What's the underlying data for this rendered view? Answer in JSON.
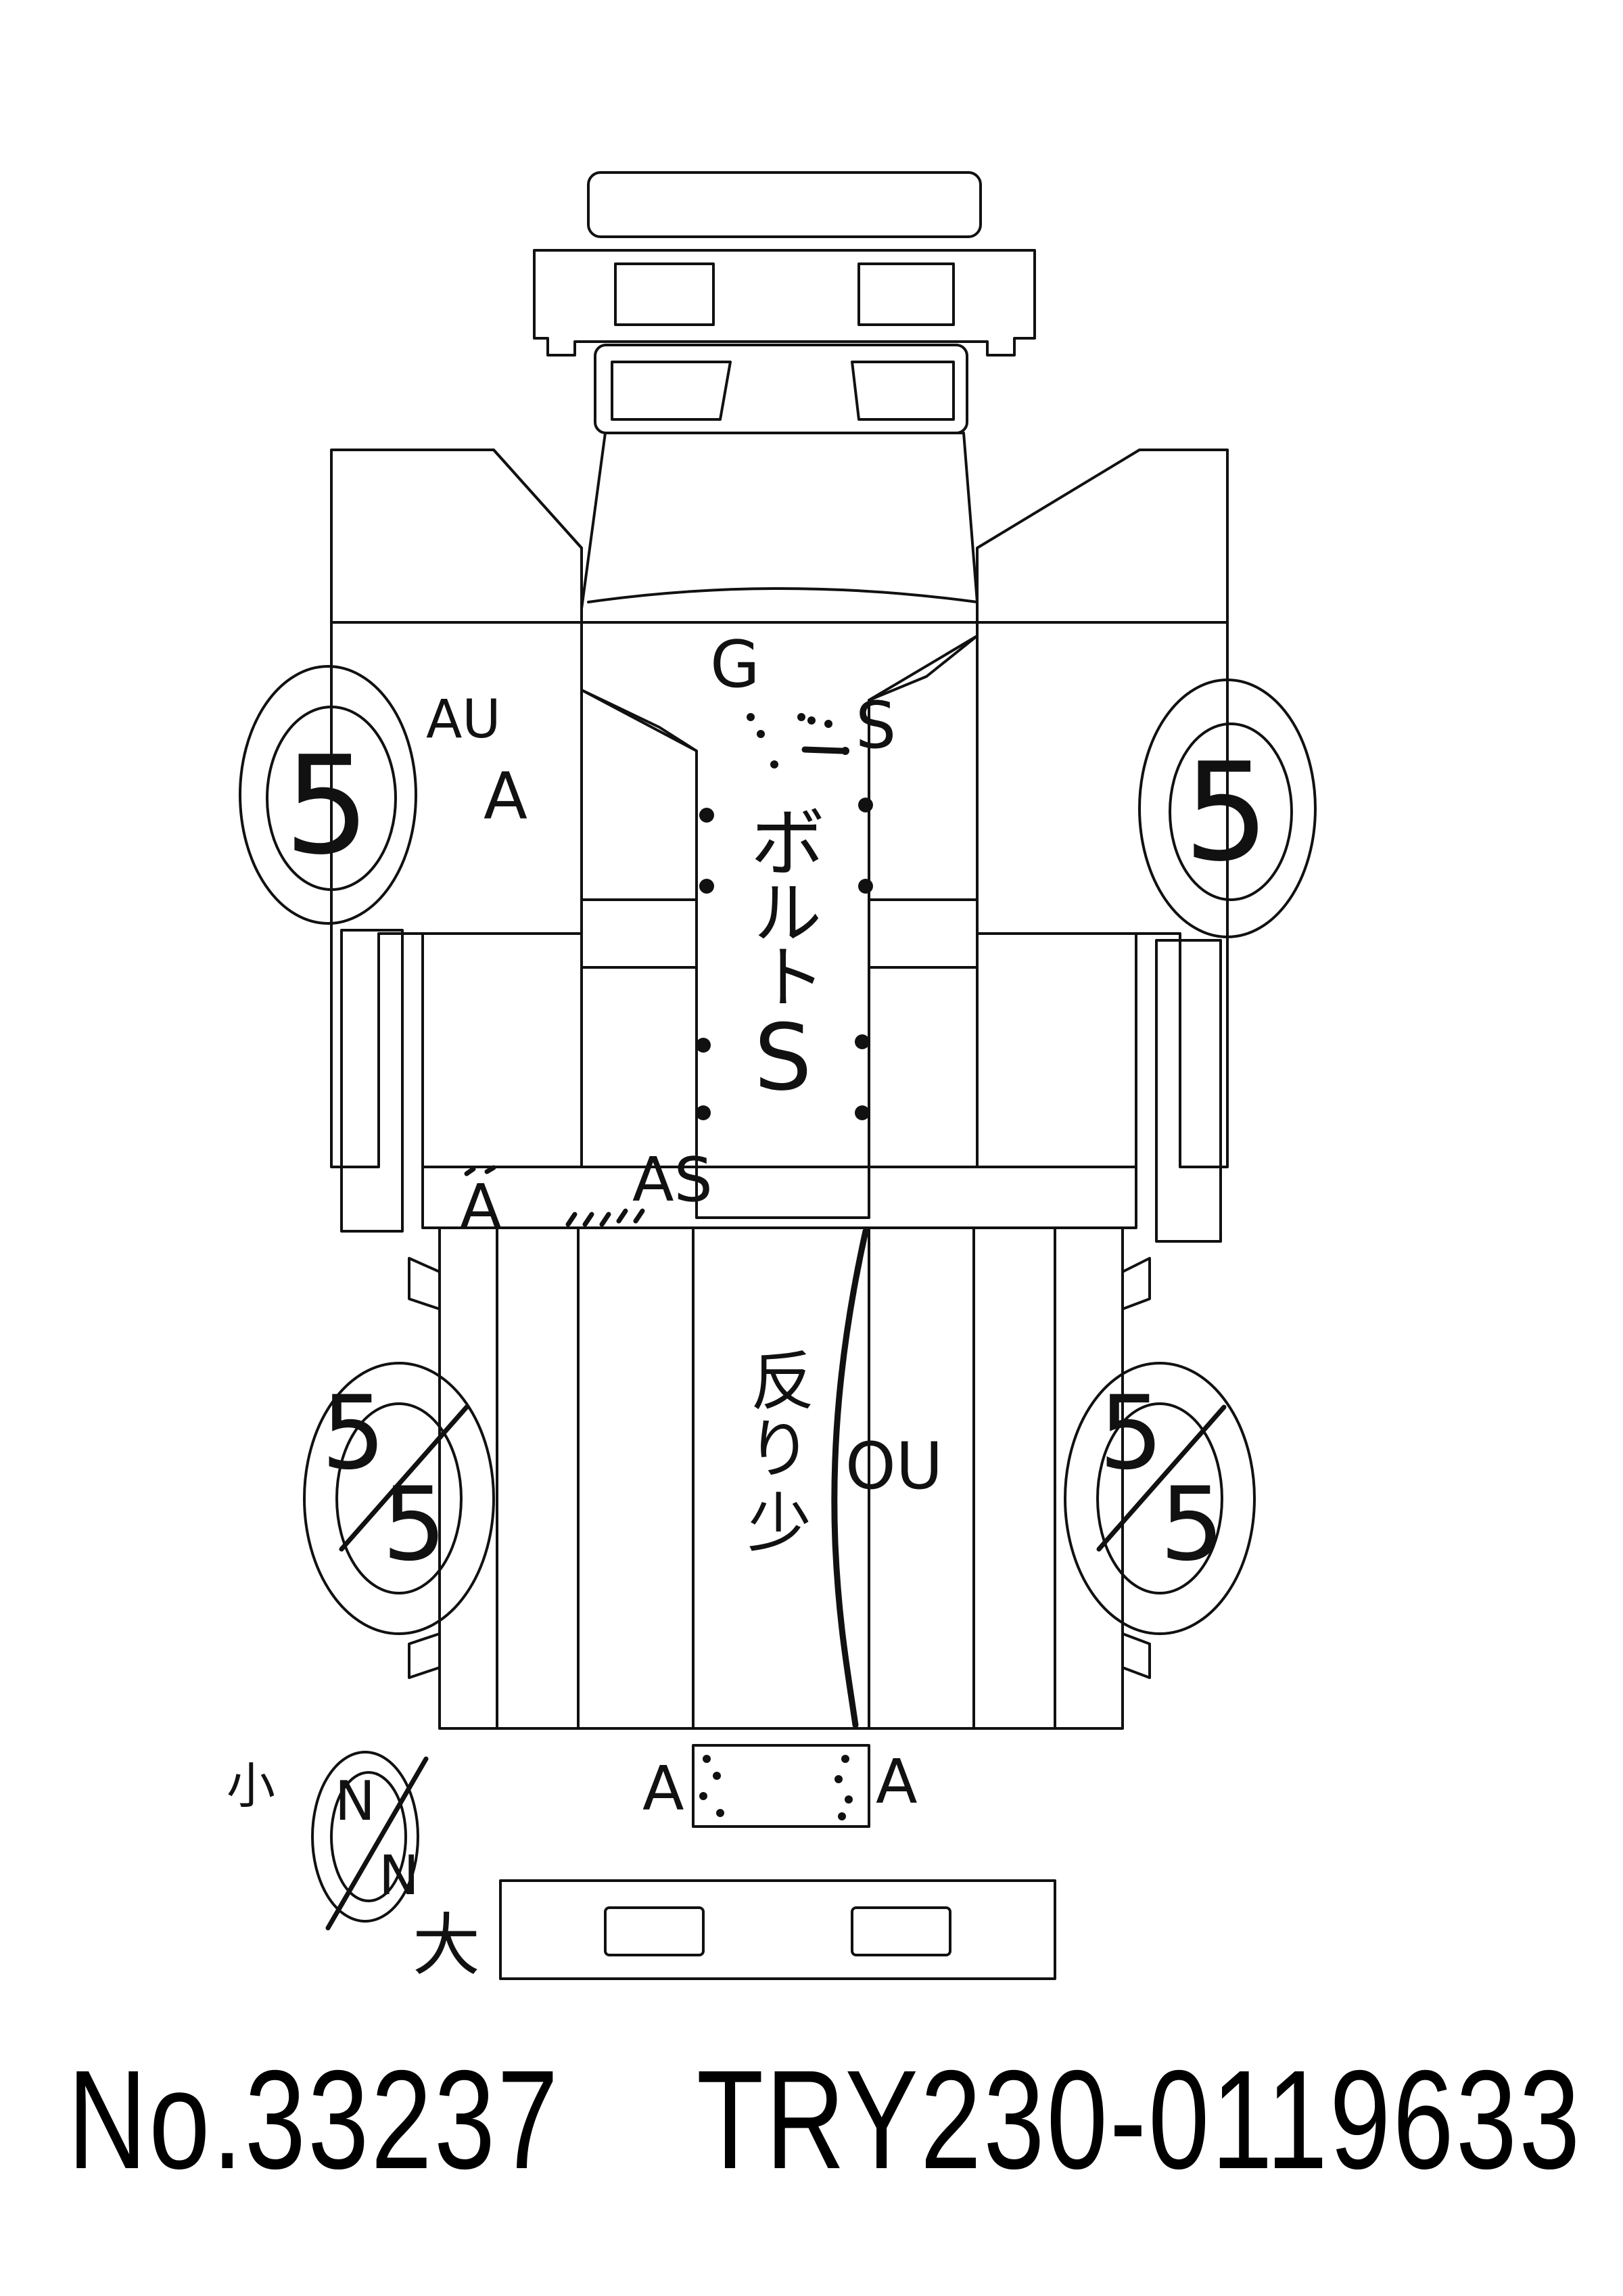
{
  "tire_grades": {
    "front_left": "5",
    "front_right": "5",
    "rear_left": "5/5",
    "rear_right": "5/5"
  },
  "spare_tire": {
    "grade": "N/N",
    "small_label": "小",
    "large_label": "大"
  },
  "annotations": {
    "grille": "G",
    "center_top_s": "S",
    "cab_left_au": "AU",
    "cab_left_a": "A",
    "bolt_text": [
      "ボ",
      "ル",
      "ト"
    ],
    "bolt_s": "S",
    "rear_left_a": "A",
    "rear_as": "AS",
    "bed_warp": [
      "反",
      "り",
      "少"
    ],
    "bed_ou": "OU",
    "hitch_left_a": "A",
    "hitch_right_a": "A"
  },
  "footer": {
    "number": "No.33237",
    "chassis": "TRY230-0119633"
  }
}
